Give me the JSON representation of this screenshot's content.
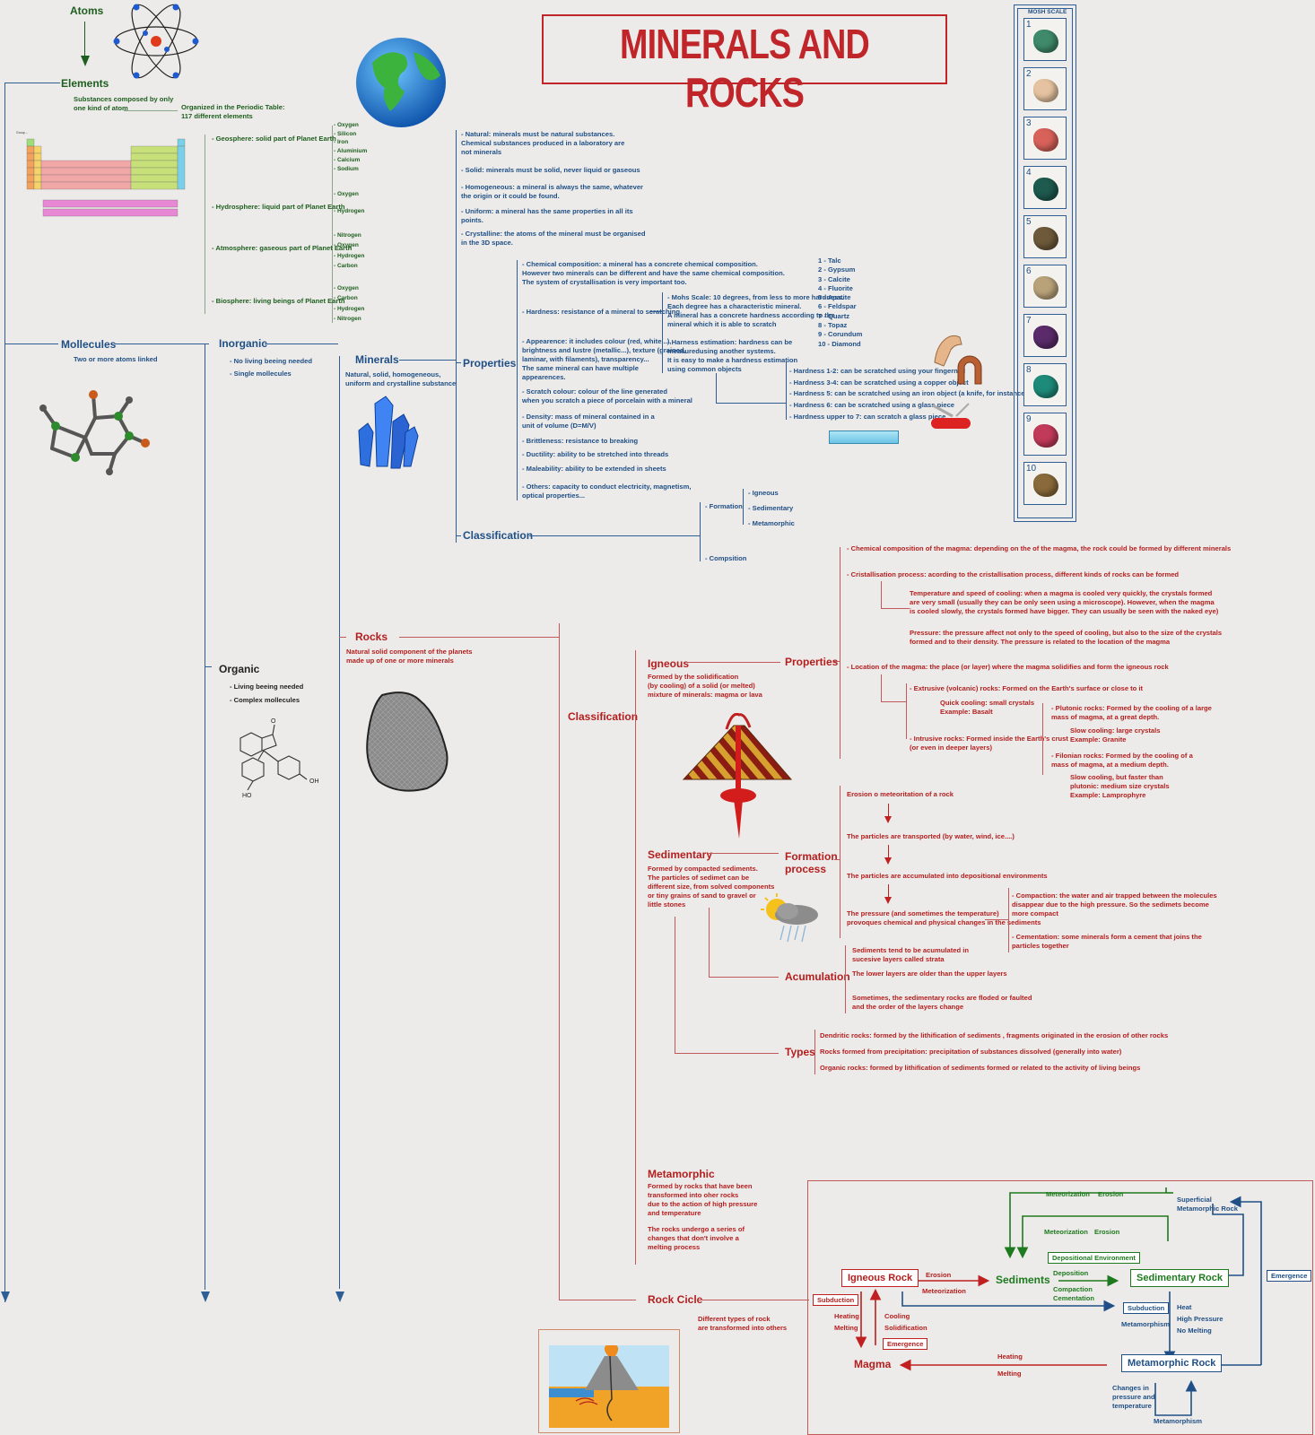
{
  "title": "MINERALS AND ROCKS",
  "atoms": {
    "label": "Atoms"
  },
  "elements": {
    "label": "Elements",
    "desc": "Substances composed by only\none kind of atom",
    "periodic_note": "Organized in the Periodic Table:\n117 different elements"
  },
  "spheres": [
    {
      "label": "- Geosphere: solid part of Planet Earth",
      "items": "- Oxygen\n- Silicon\n- Iron\n- Aluminium\n- Calcium\n- Sodium"
    },
    {
      "label": "- Hydrosphere: liquid part of Planet Earth",
      "items": "- Oxygen\n\n- Hydrogen"
    },
    {
      "label": "- Atmosphere: gaseous part of Planet Earth",
      "items": "- Nitrogen\n- Oxygen\n- Hydrogen\n- Carbon"
    },
    {
      "label": "- Biosphere: living beings of Planet Earth",
      "items": "- Oxygen\n- Carbon\n- Hydrogen\n- Nitrogen"
    }
  ],
  "molecules": {
    "label": "Mollecules",
    "desc": "Two or more atoms linked"
  },
  "inorganic": {
    "label": "Inorganic",
    "items": "- No living beeing needed\n- Single mollecules"
  },
  "organic": {
    "label": "Organic",
    "items": "- Living beeing needed\n- Complex mollecules",
    "oh1": "HO",
    "oh2": "OH",
    "o": "O"
  },
  "minerals": {
    "label": "Minerals",
    "desc": "Natural, solid, homogeneous,\nuniform and crystalline substance",
    "definition": [
      "- Natural: minerals must be natural substances.\nChemical substances produced in a laboratory are\nnot minerals",
      "- Solid: minerals must be solid, never liquid or gaseous",
      "- Homogeneous: a mineral is always the same, whatever\nthe origin or it could be found.",
      "- Uniform: a mineral has the same properties in all its\npoints.",
      "- Crystalline: the atoms of the mineral must be organised\nin the 3D space."
    ],
    "properties_label": "Properties",
    "properties": [
      "- Chemical composition: a mineral has a concrete chemical composition.\nHowever two minerals can be different and have the same chemical composition.\nThe system of crystallisation is very important too.",
      "- Hardness: resistance of a mineral to scratching",
      "- Appearence: it includes colour (red, white...),\nbrightness and lustre (metallic...), texture (grained,\nlaminar, with filaments), transparency...\nThe same mineral can have multiple\nappearences.",
      "- Scratch colour: colour of the line generated\nwhen you scratch a piece of porcelain with a mineral",
      "- Density: mass of mineral contained in a\nunit of volume (D=M/V)",
      "- Brittleness: resistance to breaking",
      "- Ductility: ability to be stretched into threads",
      "- Maleability: ability to be extended in sheets",
      "- Others: capacity to conduct electricity, magnetism,\noptical properties..."
    ],
    "mohs_desc": "- Mohs Scale: 10 degrees, from less to more hardness.\nEach degree has a characteristic mineral.\nA mineral has a concrete hardness according to the\nmineral which it is able to scratch",
    "hardness_est": "- Harness estimation: hardness can be\nmeasuredusing another systems.\nIt is easy to make a hardness estimation\nusing common objects",
    "mohs_list": "1  - Talc\n2  - Gypsum\n3  - Calcite\n4  - Fluorite\n5  - Apatite\n6  - Feldspar\n7  - Quartz\n8  - Topaz\n9  - Corundum\n10 - Diamond",
    "hardness_tests": "- Hardness 1-2: can be scratched using your fingernail\n- Hardness 3-4: can be scratched using a copper object\n- Hardness 5: can be scratched using an iron object (a knife, for instance)\n- Hardness 6: can be scratched using a glass piece\n- Hardness upper to 7: can scratch a glass piece",
    "classification_label": "Classification",
    "formation": "- Formation",
    "formation_types": "- Igneous\n\n- Sedimentary\n\n- Metamorphic",
    "composition": "- Compsition"
  },
  "mohs_scale": {
    "title": "MOSH SCALE",
    "numbers": [
      "1",
      "2",
      "3",
      "4",
      "5",
      "6",
      "7",
      "8",
      "9",
      "10"
    ]
  },
  "rocks": {
    "label": "Rocks",
    "desc": "Natural solid component of the planets\nmade up of one or more minerals",
    "classification_label": "Classification",
    "igneous": {
      "label": "Igneous",
      "desc": "Formed by the solidification\n(by cooling) of a solid (or melted)\nmixture of minerals: magma or lava",
      "properties_label": "Properties",
      "p1": "- Chemical composition of the magma: depending on the of the magma, the rock could be formed by different minerals",
      "p2": "- Cristallisation process: acording to the cristallisation process, different kinds of rocks can be formed",
      "p2a": "Temperature and speed of cooling: when a magma is cooled very quickly, the crystals formed\nare very small (usually they can be only seen using a microscope). However, when the magma\nis cooled slowly, the crystals formed have bigger. They can usually be seen with the naked eye)",
      "p2b": "Pressure: the pressure affect not only to the speed of cooling, but also to the size of the crystals\nformed and to their density. The pressure is related to the location of the magma",
      "p3": "- Location of the magma: the place (or layer) where the magma solidifies and form the igneous rock",
      "extrusive": "- Extrusive (volcanic) rocks: Formed on the Earth's surface or close to it",
      "quick": "Quick cooling: small crystals\nExample: Basalt",
      "intrusive": "- Intrusive rocks: Formed inside the Earth's crust\n(or even in deeper layers)",
      "plutonic": "- Plutonic rocks: Formed by the cooling of a large\nmass of magma, at a great depth.",
      "slow": "Slow cooling: large crystals\nExample: Granite",
      "filonian": "- Filonian rocks: Formed by the cooling of a\nmass of magma, at a medium depth.",
      "slow2": "Slow cooling, but faster than\nplutonic: medium size crystals\nExample: Lamprophyre"
    },
    "sedimentary": {
      "label": "Sedimentary",
      "desc": "Formed by compacted sediments.\nThe particles of sedimet can be\ndifferent size, from solved components\nor  tiny grains of sand to gravel or\nlittle stones",
      "formation_label": "Formation\nprocess",
      "f1": "Erosion o meteoritation of a rock",
      "f2": "The particles are transported (by water, wind, ice....)",
      "f3": "The particles are accumulated into depositional environments",
      "f4": "The pressure (and sometimes the temperature)\nprovoques chemical and physical changes in the sediments",
      "compaction": "- Compaction: the water and air trapped between the molecules\ndisappear due to the high pressure. So the sedimets become\nmore compact",
      "cementation": "- Cementation: some minerals form a cement that joins the\nparticles together",
      "acumulation_label": "Acumulation",
      "a1": "Sediments tend to be acumulated in\nsucesive layers called strata",
      "a2": "The lower layers are older than the upper layers",
      "a3": "Sometimes, the sedimentary rocks are floded or faulted\nand the order of the layers change",
      "types_label": "Types",
      "t1": "Dendritic rocks: formed by the lithification of sediments , fragments originated in the erosion of other rocks",
      "t2": "Rocks formed from precipitation: precipitation of substances dissolved (generally into water)",
      "t3": "Organic rocks: formed by lithification of sediments formed or related to the activity of living beings"
    },
    "metamorphic": {
      "label": "Metamorphic",
      "desc": "Formed by rocks that have been\ntransformed into oher rocks\ndue to the action of high pressure\nand temperature",
      "desc2": "The rocks undergo a series of\nchanges that don't involve a\nmelting process"
    },
    "rock_cycle": {
      "label": "Rock Cicle",
      "desc": "Different types of rock\nare transformed into others"
    }
  },
  "cycle": {
    "igneous": "Igneous Rock",
    "sediments": "Sediments",
    "sedimentary": "Sedimentary Rock",
    "metamorphic": "Metamorphic Rock",
    "magma": "Magma",
    "superficial": "Superficial\nMetamorphic Rock",
    "meteorization1": "Meteorization",
    "erosion1": "Erosion",
    "meteorization2": "Meteorization",
    "erosion2": "Erosion",
    "depositional": "Depositional Environment",
    "erosion3": "Erosion",
    "meteorization3": "Meteorization",
    "deposition": "Deposition",
    "compaction": "Compaction\nCementation",
    "subduction1": "Subduction",
    "subduction2": "Subduction",
    "metamorphism1": "Metamorphism",
    "conditions": "Heat\nHigh Pressure\nNo Melting",
    "emergence1": "Emergence",
    "emergence2": "Emergence",
    "heating_melting": "Heating\nMelting",
    "cooling": "Cooling\nSolidification",
    "heating2": "Heating",
    "melting2": "Melting",
    "changes": "Changes in\npressure and\ntemperature",
    "metamorphism2": "Metamorphism"
  },
  "colors": {
    "title": "#c0252a",
    "blue": "#1f4f86",
    "green": "#1e5e1e",
    "red": "#b41e1e"
  }
}
